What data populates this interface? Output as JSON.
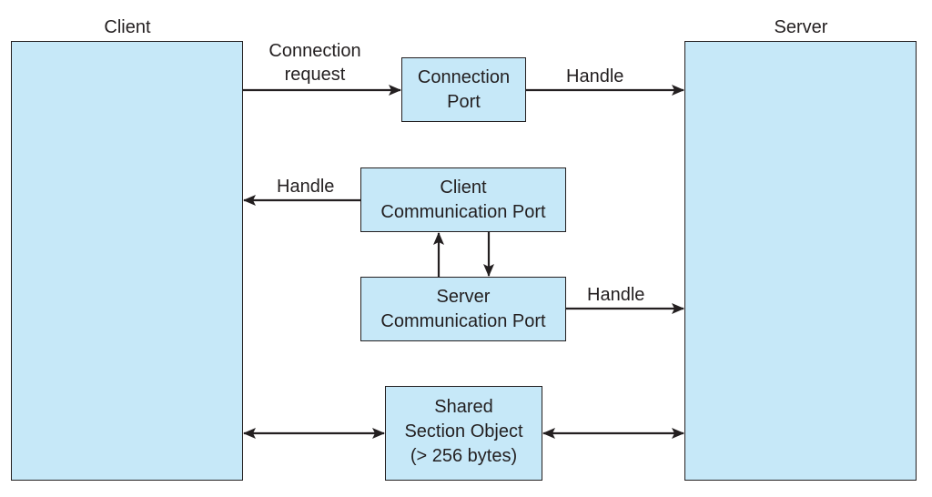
{
  "client": {
    "title": "Client"
  },
  "server": {
    "title": "Server"
  },
  "connection_port": {
    "line1": "Connection",
    "line2": "Port"
  },
  "client_comm_port": {
    "line1": "Client",
    "line2": "Communication Port"
  },
  "server_comm_port": {
    "line1": "Server",
    "line2": "Communication Port"
  },
  "shared_section": {
    "line1": "Shared",
    "line2": "Section Object",
    "line3": "(> 256 bytes)"
  },
  "edges": {
    "connection_request_line1": "Connection",
    "connection_request_line2": "request",
    "handle_to_server_top": "Handle",
    "handle_to_client": "Handle",
    "handle_to_server_mid": "Handle"
  },
  "colors": {
    "box_fill": "#c6e8f8",
    "stroke": "#231f20"
  }
}
